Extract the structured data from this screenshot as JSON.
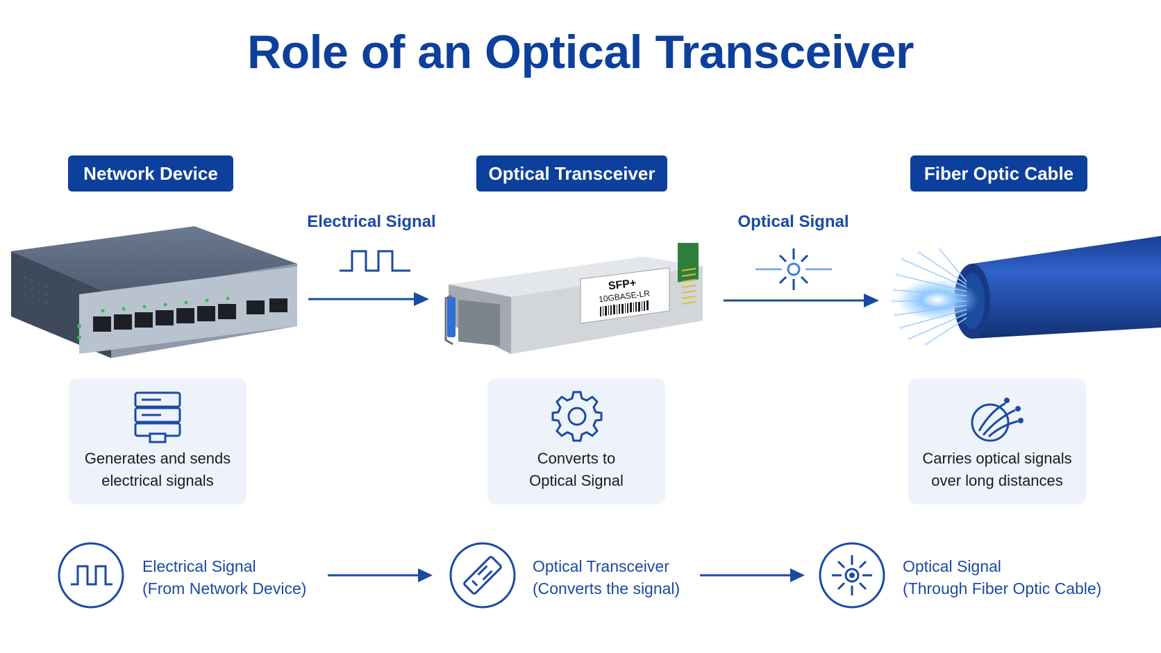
{
  "title": "Role of an Optical Transceiver",
  "stages": [
    {
      "label": "Network Device",
      "description_line1": "Generates and sends",
      "description_line2": "electrical signals",
      "icon": "server-icon"
    },
    {
      "label": "Optical Transceiver",
      "description_line1": "Converts to",
      "description_line2": "Optical Signal",
      "icon": "gear-icon"
    },
    {
      "label": "Fiber Optic Cable",
      "description_line1": "Carries optical signals",
      "description_line2": "over long distances",
      "icon": "fiber-bundle-icon"
    }
  ],
  "signals": {
    "electrical": "Electrical Signal",
    "optical": "Optical Signal"
  },
  "module_label": {
    "model": "SFP+",
    "spec": "10GBASE-LR"
  },
  "flow": [
    {
      "line1": "Electrical Signal",
      "line2": "(From Network Device)",
      "icon": "square-wave-icon"
    },
    {
      "line1": "Optical Transceiver",
      "line2": "(Converts the signal)",
      "icon": "transceiver-icon"
    },
    {
      "line1": "Optical Signal",
      "line2": "(Through Fiber Optic Cable)",
      "icon": "light-burst-icon"
    }
  ],
  "colors": {
    "primary": "#0d3f9c",
    "accent": "#1a4aa3",
    "card_bg": "#eef3fb",
    "fiber_blue": "#1f4fb0"
  }
}
